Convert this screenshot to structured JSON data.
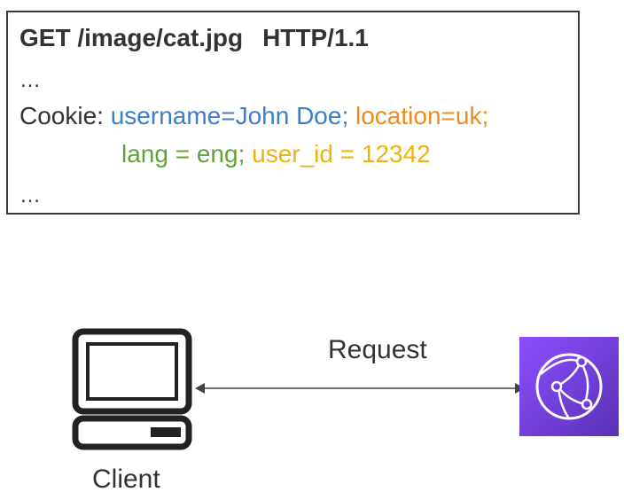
{
  "http_request": {
    "request_line": {
      "method_path": "GET /image/cat.jpg",
      "version": "HTTP/1.1"
    },
    "ellipsis_top": "…",
    "cookie": {
      "label": "Cookie: ",
      "username": "username=John Doe;",
      "location": "location=uk;",
      "lang": "lang = eng;",
      "user_id": "user_id = 12342"
    },
    "ellipsis_bottom": "…"
  },
  "client": {
    "label": "Client",
    "icon": "laptop-icon"
  },
  "connection": {
    "label": "Request",
    "icon": "double-arrow"
  },
  "server": {
    "icon": "cloudfront-icon",
    "colors": {
      "gradient_top": "#8c4fff",
      "gradient_bottom": "#5a30b5"
    }
  },
  "colors": {
    "username": "#3d7fc2",
    "location": "#ee8b1c",
    "lang": "#62a23a",
    "user_id": "#f0b20c"
  }
}
